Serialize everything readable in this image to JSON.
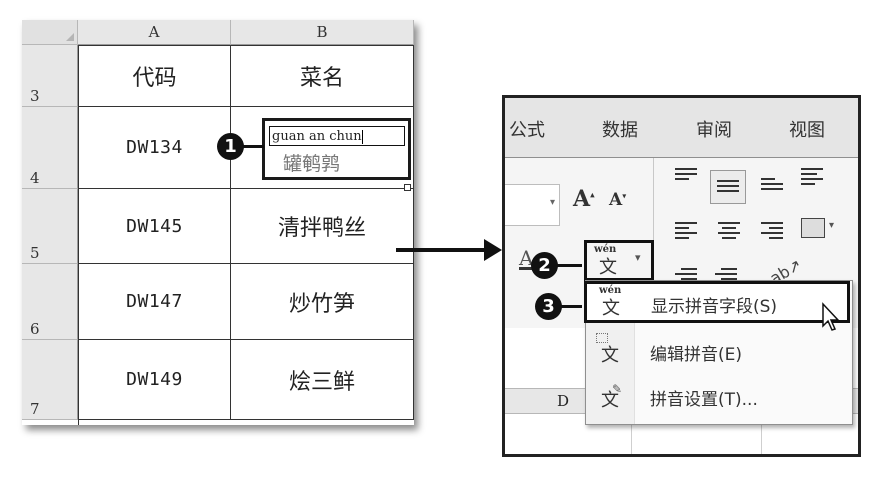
{
  "sheet": {
    "columns": [
      "A",
      "B"
    ],
    "rows": [
      {
        "num": "3",
        "code": "代码",
        "name": "菜名"
      },
      {
        "num": "4",
        "code": "DW134",
        "name": ""
      },
      {
        "num": "5",
        "code": "DW145",
        "name": "清拌鸭丝"
      },
      {
        "num": "6",
        "code": "DW147",
        "name": "炒竹笋"
      },
      {
        "num": "7",
        "code": "DW149",
        "name": "烩三鲜"
      }
    ],
    "edit_cell": {
      "pinyin": "guan an chun",
      "hanzi": "罐鹌鹑"
    }
  },
  "markers": {
    "m1": "1",
    "m2": "2",
    "m3": "3"
  },
  "ribbon": {
    "tabs": [
      "公式",
      "数据",
      "审阅",
      "视图"
    ],
    "font_grow": "A",
    "font_shrink": "A",
    "phonetic_top": "wén",
    "phonetic_char": "文",
    "column_header": "D"
  },
  "menu": {
    "items": [
      {
        "icon_top": "wén",
        "icon_char": "文",
        "label": "显示拼音字段(S)"
      },
      {
        "icon_top": "",
        "icon_char": "文",
        "label": "编辑拼音(E)"
      },
      {
        "icon_top": "",
        "icon_char": "文",
        "label": "拼音设置(T)..."
      }
    ]
  }
}
